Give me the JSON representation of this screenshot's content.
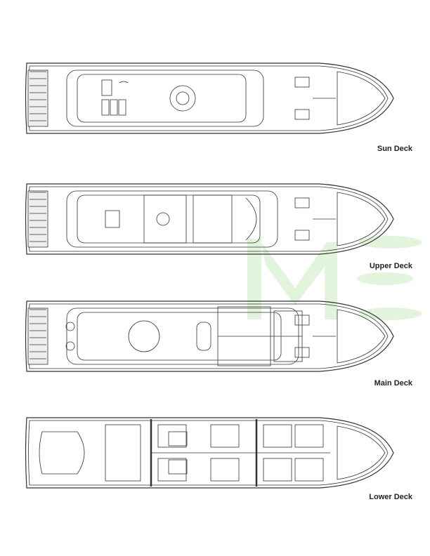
{
  "decks": [
    {
      "id": "sun",
      "label": "Sun Deck"
    },
    {
      "id": "upper",
      "label": "Upper Deck"
    },
    {
      "id": "main",
      "label": "Main Deck"
    },
    {
      "id": "lower",
      "label": "Lower Deck"
    }
  ],
  "colors": {
    "line": "#333333",
    "watermark": "#dff2d9"
  }
}
